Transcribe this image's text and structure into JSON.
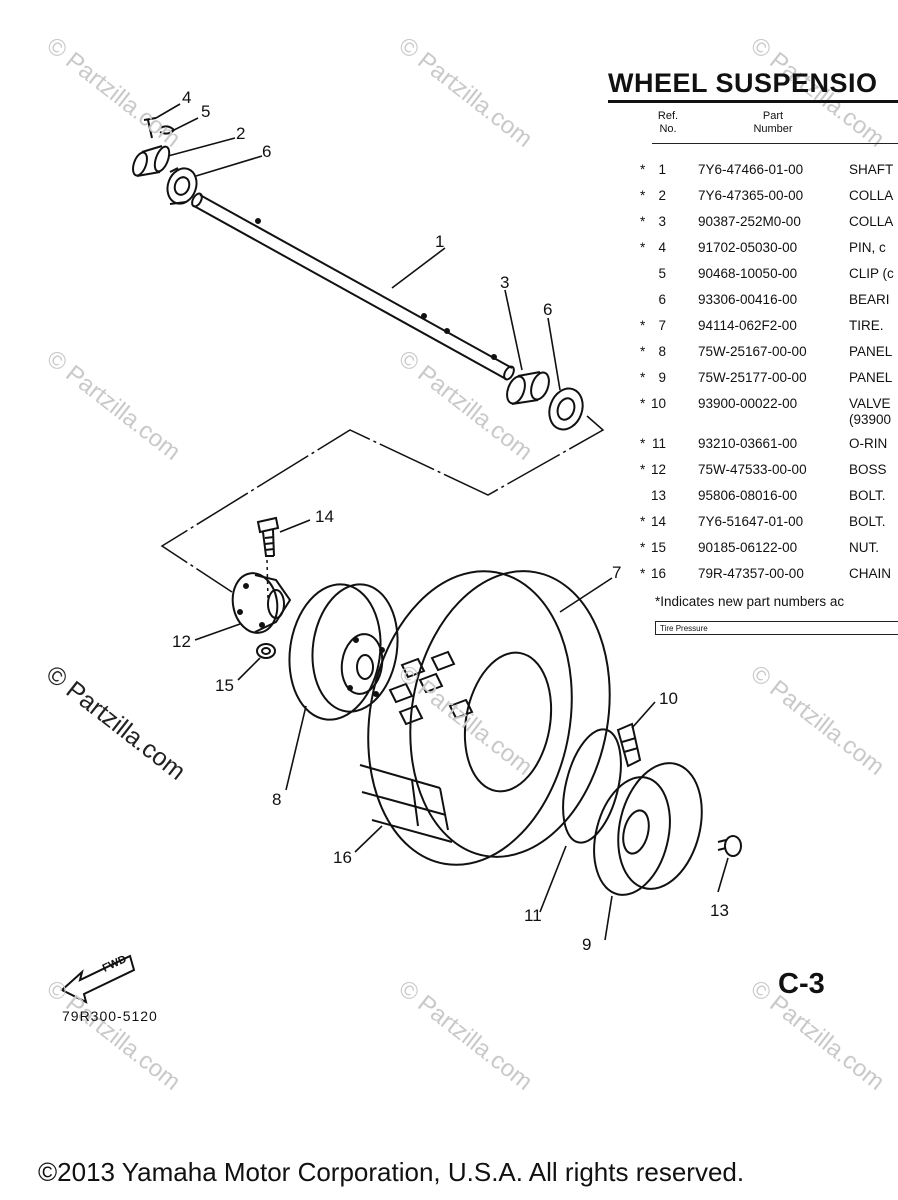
{
  "page": {
    "title": "WHEEL SUSPENSIO",
    "section_code": "C-3",
    "diagram_code": "79R300-5120",
    "copyright": "©2013 Yamaha Motor Corporation, U.S.A. All rights reserved.",
    "fwd_label": "FWD"
  },
  "watermark": {
    "text": "© Partzilla.com"
  },
  "table": {
    "header_ref": "Ref.\nNo.",
    "header_part": "Part\nNumber",
    "rows": [
      {
        "star": "*",
        "ref": "1",
        "part": "7Y6-47466-01-00",
        "desc": "SHAFT"
      },
      {
        "star": "*",
        "ref": "2",
        "part": "7Y6-47365-00-00",
        "desc": "COLLA"
      },
      {
        "star": "*",
        "ref": "3",
        "part": "90387-252M0-00",
        "desc": "COLLA"
      },
      {
        "star": "*",
        "ref": "4",
        "part": "91702-05030-00",
        "desc": "PIN, c"
      },
      {
        "star": "",
        "ref": "5",
        "part": "90468-10050-00",
        "desc": "CLIP (c"
      },
      {
        "star": "",
        "ref": "6",
        "part": "93306-00416-00",
        "desc": "BEARI"
      },
      {
        "star": "*",
        "ref": "7",
        "part": "94114-062F2-00",
        "desc": "TIRE."
      },
      {
        "star": "*",
        "ref": "8",
        "part": "75W-25167-00-00",
        "desc": "PANEL"
      },
      {
        "star": "*",
        "ref": "9",
        "part": "75W-25177-00-00",
        "desc": "PANEL"
      },
      {
        "star": "*",
        "ref": "10",
        "part": "93900-00022-00",
        "desc": "VALVE",
        "extra": "(93900"
      },
      {
        "star": "*",
        "ref": "11",
        "part": "93210-03661-00",
        "desc": "O-RIN"
      },
      {
        "star": "*",
        "ref": "12",
        "part": "75W-47533-00-00",
        "desc": "BOSS"
      },
      {
        "star": "",
        "ref": "13",
        "part": "95806-08016-00",
        "desc": "BOLT."
      },
      {
        "star": "*",
        "ref": "14",
        "part": "7Y6-51647-01-00",
        "desc": "BOLT."
      },
      {
        "star": "*",
        "ref": "15",
        "part": "90185-06122-00",
        "desc": "NUT."
      },
      {
        "star": "*",
        "ref": "16",
        "part": "79R-47357-00-00",
        "desc": "CHAIN"
      }
    ],
    "note": "*Indicates new part numbers ac",
    "tire_pressure_label": "Tire Pressure"
  },
  "callouts": [
    {
      "id": "c1",
      "label": "1"
    },
    {
      "id": "c2",
      "label": "2"
    },
    {
      "id": "c3",
      "label": "3"
    },
    {
      "id": "c4",
      "label": "4"
    },
    {
      "id": "c5",
      "label": "5"
    },
    {
      "id": "c6a",
      "label": "6"
    },
    {
      "id": "c6b",
      "label": "6"
    },
    {
      "id": "c7",
      "label": "7"
    },
    {
      "id": "c8",
      "label": "8"
    },
    {
      "id": "c9",
      "label": "9"
    },
    {
      "id": "c10",
      "label": "10"
    },
    {
      "id": "c11",
      "label": "11"
    },
    {
      "id": "c12",
      "label": "12"
    },
    {
      "id": "c13",
      "label": "13"
    },
    {
      "id": "c14",
      "label": "14"
    },
    {
      "id": "c15",
      "label": "15"
    },
    {
      "id": "c16",
      "label": "16"
    }
  ]
}
